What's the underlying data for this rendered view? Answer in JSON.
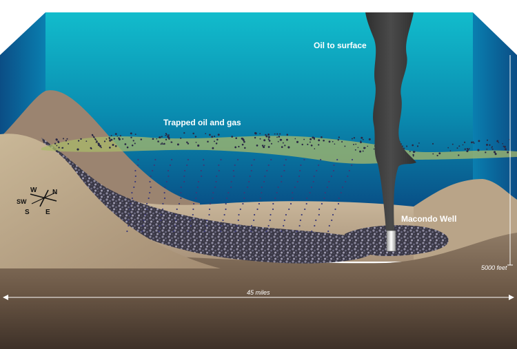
{
  "labels": {
    "oil_to_surface": "Oil to surface",
    "trapped_oil_gas": "Trapped oil and gas",
    "macondo_well": "Macondo Well"
  },
  "compass": {
    "north": "N",
    "east": "E",
    "south": "S",
    "west": "W",
    "southwest": "SW"
  },
  "scale": {
    "depth": "5000 feet",
    "width": "45 miles"
  },
  "colors": {
    "sea_top": "#0fb8c9",
    "sea_bottom": "#083f7a",
    "seafloor_light": "#c7b497",
    "seafloor_dark": "#6f5b4a",
    "ridge": "#9b8470",
    "oil_plume": "#3c3c3c",
    "trapped_layer": "#a9b96a",
    "sediment_dots": "#2d2a45"
  }
}
